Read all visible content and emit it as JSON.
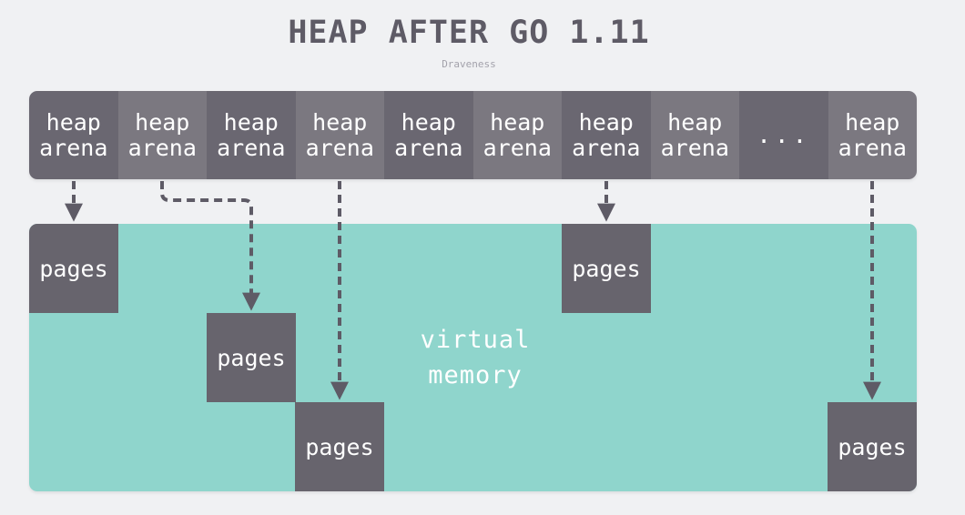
{
  "title": "HEAP AFTER GO 1.11",
  "author": "Draveness",
  "arenas": [
    {
      "line1": "heap",
      "line2": "arena",
      "shade": "dark"
    },
    {
      "line1": "heap",
      "line2": "arena",
      "shade": "light"
    },
    {
      "line1": "heap",
      "line2": "arena",
      "shade": "dark"
    },
    {
      "line1": "heap",
      "line2": "arena",
      "shade": "light"
    },
    {
      "line1": "heap",
      "line2": "arena",
      "shade": "dark"
    },
    {
      "line1": "heap",
      "line2": "arena",
      "shade": "light"
    },
    {
      "line1": "heap",
      "line2": "arena",
      "shade": "dark"
    },
    {
      "line1": "heap",
      "line2": "arena",
      "shade": "light"
    },
    {
      "line1": "...",
      "line2": "",
      "shade": "dark"
    },
    {
      "line1": "heap",
      "line2": "arena",
      "shade": "light"
    }
  ],
  "virtual_memory": {
    "line1": "virtual",
    "line2": "memory"
  },
  "pages": [
    {
      "label": "pages"
    },
    {
      "label": "pages"
    },
    {
      "label": "pages"
    },
    {
      "label": "pages"
    },
    {
      "label": "pages"
    }
  ],
  "colors": {
    "arena_dark": "#6a6771",
    "arena_light": "#7b7880",
    "pages": "#67646d",
    "virtual_memory": "#8fd5cc",
    "arrow": "#5e5b66"
  }
}
